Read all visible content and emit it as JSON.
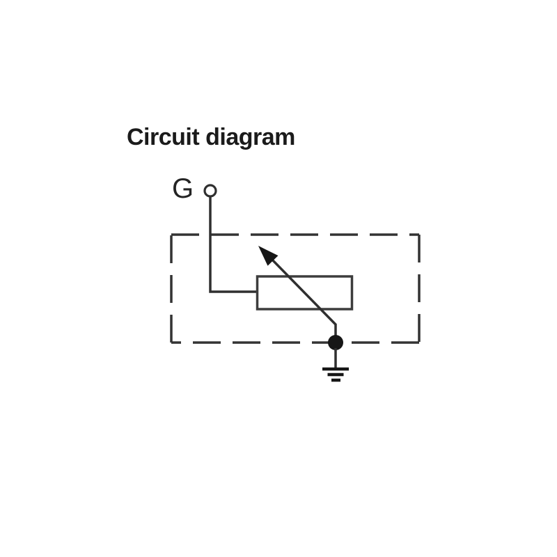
{
  "page": {
    "background": "#ffffff"
  },
  "diagram": {
    "title": "Circuit diagram",
    "terminal_label": "G",
    "colors": {
      "title": "#1b1b1b",
      "label": "#242424",
      "line": "#2f2f2f",
      "fill": "#161616",
      "background": "#ffffff"
    },
    "components": {
      "terminal": "open-circle-terminal-icon",
      "enclosure": "dashed-boundary-box",
      "resistor": "variable-resistor-with-wiper-arrow",
      "junction": "junction-dot",
      "ground": "ground-symbol"
    }
  }
}
